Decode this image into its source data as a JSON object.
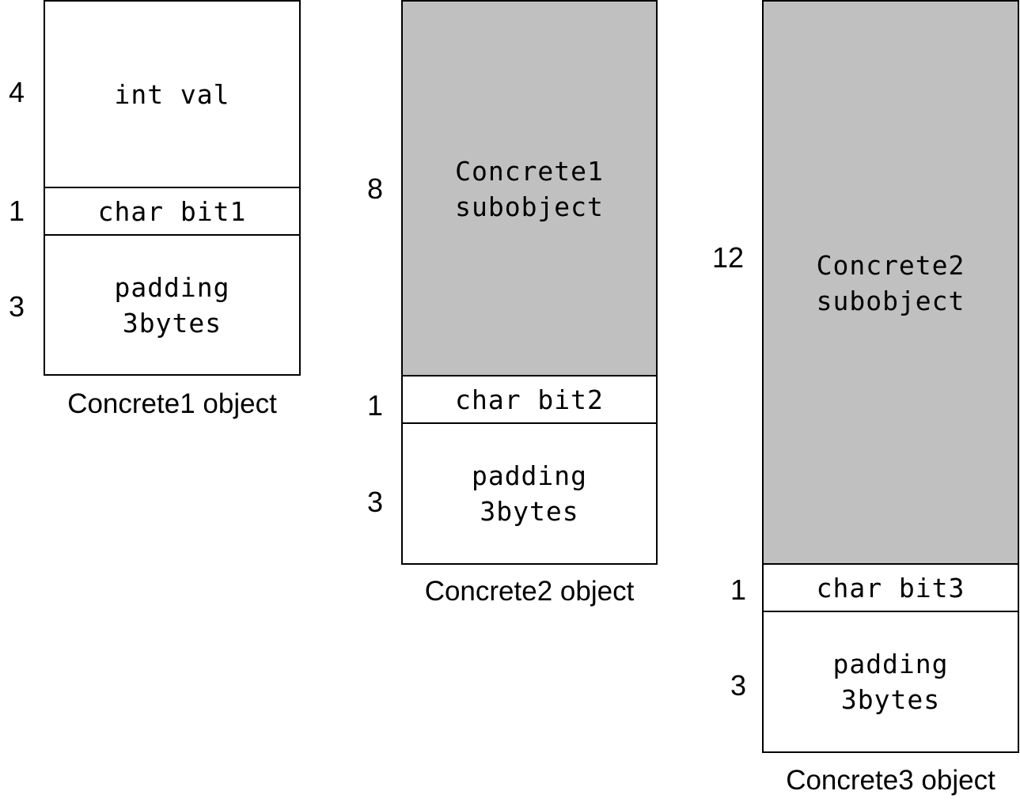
{
  "colors": {
    "subobject_fill": "#c0c0c0",
    "field_fill": "#ffffff",
    "border": "#000000"
  },
  "objects": [
    {
      "caption": "Concrete1 object",
      "fields": [
        {
          "size": "4",
          "label": "int val"
        },
        {
          "size": "1",
          "label": "char bit1"
        },
        {
          "size": "3",
          "label": "padding\n3bytes"
        }
      ]
    },
    {
      "caption": "Concrete2 object",
      "fields": [
        {
          "size": "8",
          "label": "Concrete1\nsubobject"
        },
        {
          "size": "1",
          "label": "char bit2"
        },
        {
          "size": "3",
          "label": "padding\n3bytes"
        }
      ]
    },
    {
      "caption": "Concrete3 object",
      "fields": [
        {
          "size": "12",
          "label": "Concrete2\nsubobject"
        },
        {
          "size": "1",
          "label": "char bit3"
        },
        {
          "size": "3",
          "label": "padding\n3bytes"
        }
      ]
    }
  ]
}
